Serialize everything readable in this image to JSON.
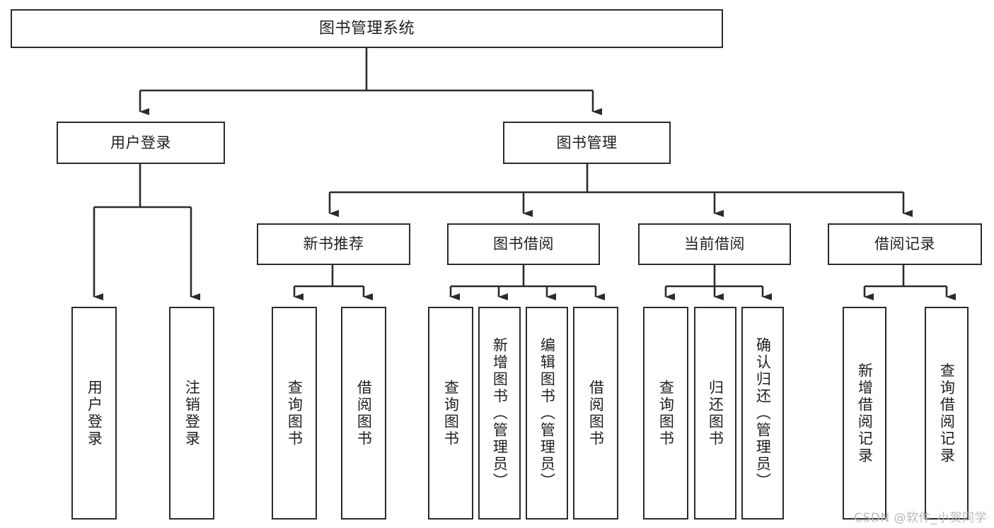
{
  "diagram": {
    "type": "tree-hierarchy-chart",
    "title": "图书管理系统",
    "line_color": "#2b2b2b",
    "box_fill": "#ffffff",
    "text_color": "#1f1f1f",
    "watermark": "CSDN @软件_小贺同学",
    "nodes": {
      "root": {
        "label": "图书管理系统"
      },
      "level2": [
        {
          "id": "user-login",
          "label": "用户登录"
        },
        {
          "id": "book-manage",
          "label": "图书管理"
        }
      ],
      "level3": [
        {
          "id": "new-book-recommend",
          "label": "新书推荐"
        },
        {
          "id": "book-borrow",
          "label": "图书借阅"
        },
        {
          "id": "current-borrow",
          "label": "当前借阅"
        },
        {
          "id": "borrow-record",
          "label": "借阅记录"
        }
      ],
      "leaves": [
        {
          "id": "leaf-user-login",
          "label": "用户登录",
          "parent": "user-login"
        },
        {
          "id": "leaf-user-logout",
          "label": "注销登录",
          "parent": "user-login"
        },
        {
          "id": "leaf-query-book-1",
          "label": "查询图书",
          "parent": "new-book-recommend"
        },
        {
          "id": "leaf-borrow-book-1",
          "label": "借阅图书",
          "parent": "new-book-recommend"
        },
        {
          "id": "leaf-query-book-2",
          "label": "查询图书",
          "parent": "book-borrow"
        },
        {
          "id": "leaf-add-book",
          "label": "新增图书（管理员）",
          "parent": "book-borrow"
        },
        {
          "id": "leaf-edit-book",
          "label": "编辑图书（管理员）",
          "parent": "book-borrow"
        },
        {
          "id": "leaf-borrow-book-2",
          "label": "借阅图书",
          "parent": "book-borrow"
        },
        {
          "id": "leaf-query-book-3",
          "label": "查询图书",
          "parent": "current-borrow"
        },
        {
          "id": "leaf-return-book",
          "label": "归还图书",
          "parent": "current-borrow"
        },
        {
          "id": "leaf-confirm-return",
          "label": "确认归还（管理员）",
          "parent": "current-borrow"
        },
        {
          "id": "leaf-add-borrow-record",
          "label": "新增借阅记录",
          "parent": "borrow-record"
        },
        {
          "id": "leaf-query-borrow-record",
          "label": "查询借阅记录",
          "parent": "borrow-record"
        }
      ]
    }
  }
}
